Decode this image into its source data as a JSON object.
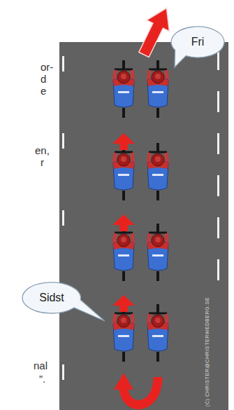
{
  "diagram": {
    "nodes": [
      {
        "text": [
          "Fri"
        ]
      },
      {
        "text": [
          "Sidst"
        ]
      }
    ],
    "labels": [
      "or-",
      "d",
      "e",
      "en,",
      "r",
      "nal",
      "”.",
      "(C) CHRISTER@CHRISTERWEDBERG.SE"
    ]
  }
}
